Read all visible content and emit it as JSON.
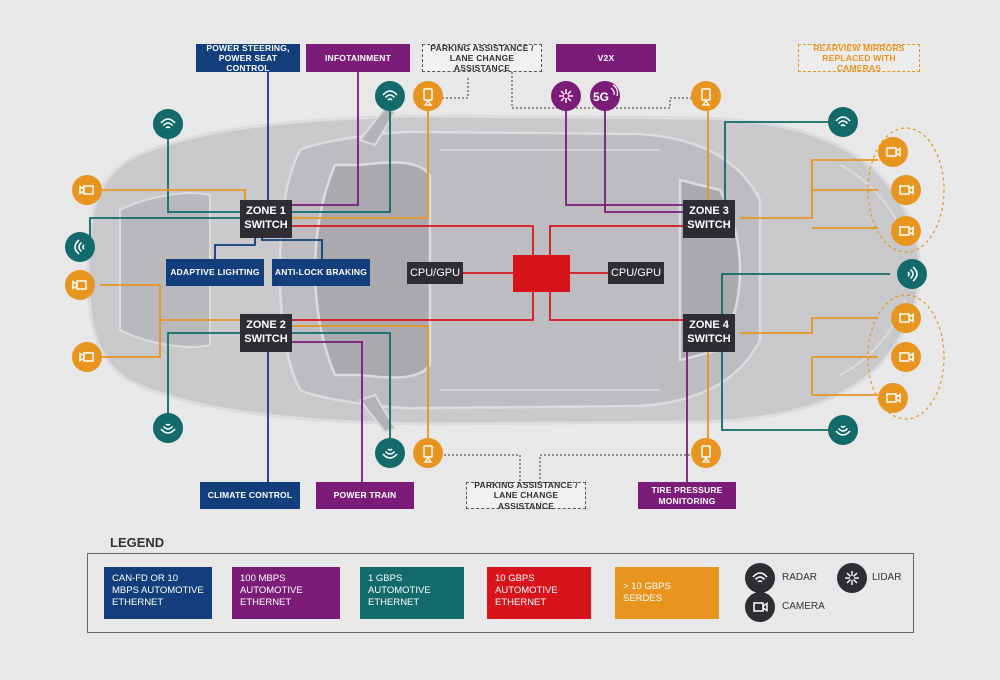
{
  "colors": {
    "can": "#123e7c",
    "eth100": "#7b1c79",
    "eth1g": "#126a6a",
    "eth10g": "#d7141b",
    "serdes": "#e8951f",
    "switch": "#2e2d33"
  },
  "labels": {
    "power_steering": "POWER STEERING, POWER SEAT CONTROL",
    "infotainment": "INFOTAINMENT",
    "parking_top": "PARKING ASSISTANCE / LANE CHANGE ASSISTANCE",
    "v2x": "V2X",
    "rearview": "REARVIEW MIRRORS REPLACED WITH CAMERAS",
    "adaptive_lighting": "ADAPTIVE LIGHTING",
    "anti_lock": "ANTI-LOCK BRAKING",
    "climate": "CLIMATE CONTROL",
    "power_train": "POWER TRAIN",
    "parking_bottom": "PARKING ASSISTANCE / LANE CHANGE ASSISTANCE",
    "tire_pressure": "TIRE PRESSURE MONITORING",
    "fiveg": "5G"
  },
  "switches": {
    "zone1": "ZONE 1 SWITCH",
    "zone2": "ZONE 2 SWITCH",
    "zone3": "ZONE 3 SWITCH",
    "zone4": "ZONE 4 SWITCH"
  },
  "cpu": {
    "left": "CPU/GPU",
    "right": "CPU/GPU"
  },
  "legend": {
    "title": "LEGEND",
    "items": [
      "CAN-FD OR 10 MBPS AUTOMOTIVE ETHERNET",
      "100 MBPS AUTOMOTIVE ETHERNET",
      "1 GBPS AUTOMOTIVE ETHERNET",
      "10 GBPS AUTOMOTIVE ETHERNET",
      "> 10 GBPS SERDES"
    ],
    "radar": "RADAR",
    "lidar": "LIDAR",
    "camera": "CAMERA"
  },
  "icons": {
    "radar": "radar-icon",
    "lidar": "lidar-icon",
    "camera": "camera-icon",
    "mirror_camera": "mirror-camera-icon",
    "v2x_5g": "5g-icon"
  }
}
